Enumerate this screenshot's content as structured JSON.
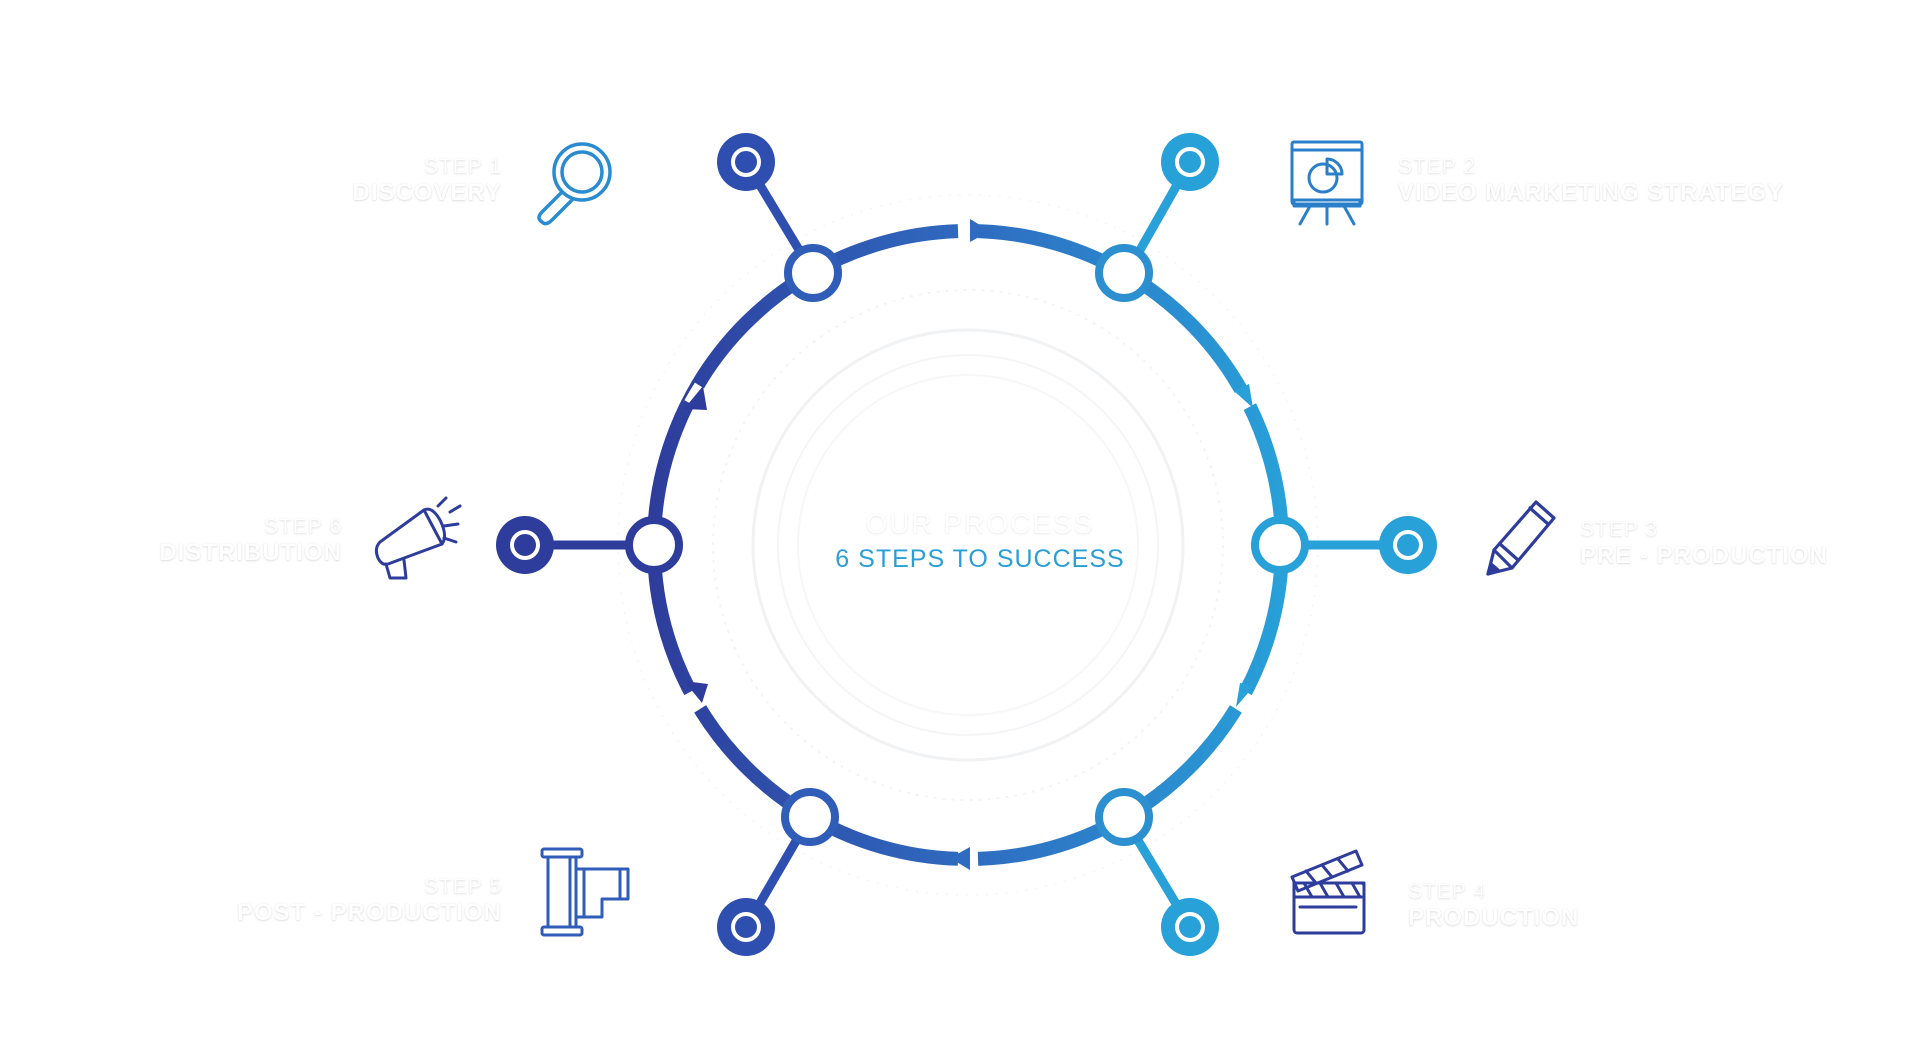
{
  "center": {
    "title": "OUR PROCESS",
    "subtitle": "6 STEPS TO SUCCESS"
  },
  "colors": {
    "dark_blue": "#2e3d9c",
    "mid_blue": "#2f6bc0",
    "light_blue": "#28a0d8",
    "subtitle": "#2a9fd6",
    "label_text": "#ffffff"
  },
  "steps": [
    {
      "number": "STEP 1",
      "name": "DISCOVERY",
      "icon": "magnifier-icon"
    },
    {
      "number": "STEP 2",
      "name": "VIDEO MARKETING STRATEGY",
      "icon": "presentation-board-icon"
    },
    {
      "number": "STEP 3",
      "name": "PRE - PRODUCTION",
      "icon": "pencil-icon"
    },
    {
      "number": "STEP 4",
      "name": "PRODUCTION",
      "icon": "clapperboard-icon"
    },
    {
      "number": "STEP 5",
      "name": "POST - PRODUCTION",
      "icon": "film-roll-icon"
    },
    {
      "number": "STEP 6",
      "name": "DISTRIBUTION",
      "icon": "megaphone-icon"
    }
  ]
}
